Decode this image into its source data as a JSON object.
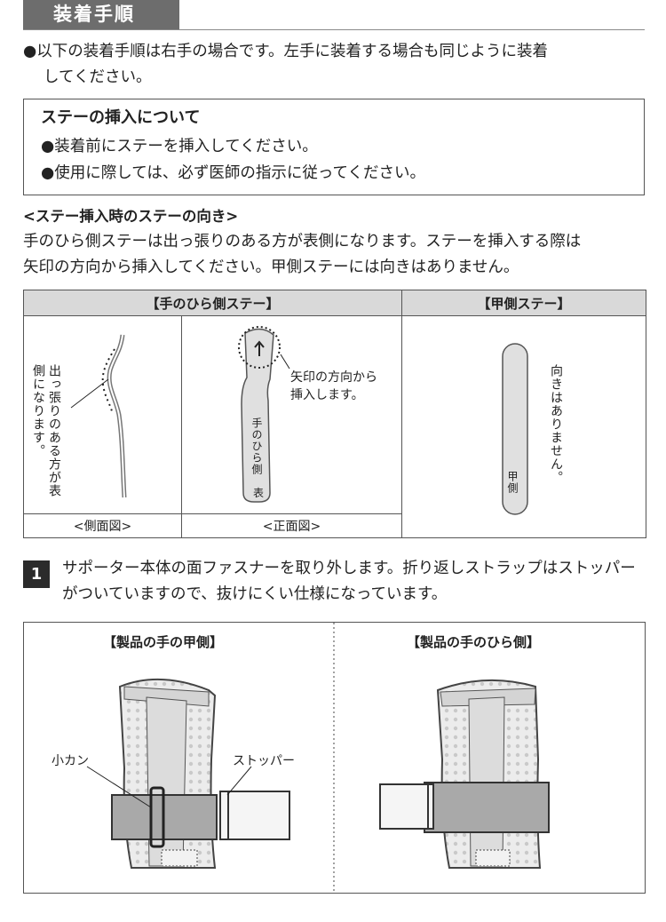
{
  "section_header": "装着手順",
  "intro": {
    "line1": "以下の装着手順は右手の場合です。左手に装着する場合も同じように装着",
    "line2": "してください。"
  },
  "stay_box": {
    "title": "ステーの挿入について",
    "items": [
      "装着前にステーを挿入してください。",
      "使用に際しては、必ず医師の指示に従ってください。"
    ]
  },
  "direction": {
    "heading": "<ステー挿入時のステーの向き>",
    "line1": "手のひら側ステーは出っ張りのある方が表側になります。ステーを挿入する際は",
    "line2": "矢印の方向から挿入してください。甲側ステーには向きはありません。"
  },
  "stay_table": {
    "palm_header": "【手のひら側ステー】",
    "back_header": "【甲側ステー】",
    "side_note": "出っ張りのある方が表側になります。",
    "arrow_note_1": "矢印の方向から",
    "arrow_note_2": "挿入します。",
    "palm_stay_text": "手のひら側",
    "palm_stay_face": "表",
    "back_stay_text": "甲側",
    "back_note": "向きはありません。",
    "side_caption": "<側面図>",
    "front_caption": "<正面図>"
  },
  "step1": {
    "number": "1",
    "line1": "サポーター本体の面ファスナーを取り外します。折り返しストラップはストッパー",
    "line2": "がついていますので、抜けにくい仕様になっています。"
  },
  "illustration": {
    "left_caption": "【製品の手の甲側】",
    "right_caption": "【製品の手のひら側】",
    "ring_label": "小カン",
    "stopper_label": "ストッパー"
  }
}
